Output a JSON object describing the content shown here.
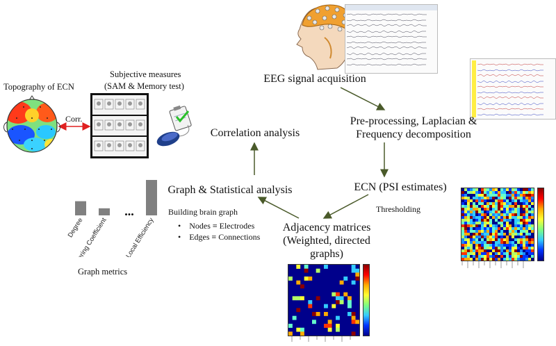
{
  "stages": {
    "eeg_acquisition": "EEG signal acquisition",
    "preprocessing_line1": "Pre-processing, Laplacian &",
    "preprocessing_line2": "Frequency decomposition",
    "ecn": "ECN (PSI estimates)",
    "adjacency_line1": "Adjacency matrices",
    "adjacency_line2": "(Weighted, directed",
    "adjacency_line3": "graphs)",
    "graph_statistical": "Graph & Statistical analysis",
    "correlation": "Correlation analysis"
  },
  "edge_labels": {
    "thresholding": "Thresholding"
  },
  "brain_graph": {
    "title": "Building brain graph",
    "bullets": [
      "Nodes ≡ Electrodes",
      "Edges ≡ Connections"
    ]
  },
  "graph_metrics": {
    "caption": "Graph metrics",
    "bars": [
      {
        "label": "Degree",
        "value": 0.34
      },
      {
        "label": "Clustering Coefficient",
        "value": 0.17
      },
      {
        "label": "Local Efficiency",
        "value": 0.85
      }
    ],
    "ellipsis": "..."
  },
  "topography": {
    "title": "Topography  of ECN",
    "link_label": "Corr."
  },
  "subjective": {
    "title_line1": "Subjective measures",
    "title_line2": "(SAM & Memory test)"
  },
  "icons": [
    "head-with-eeg-cap-icon",
    "mouse-clipboard-icon",
    "scalp-topography-icon"
  ],
  "colors": {
    "arrow": "#4a5a2a",
    "bar": "#808080",
    "corr_arrow": "#e02020"
  }
}
